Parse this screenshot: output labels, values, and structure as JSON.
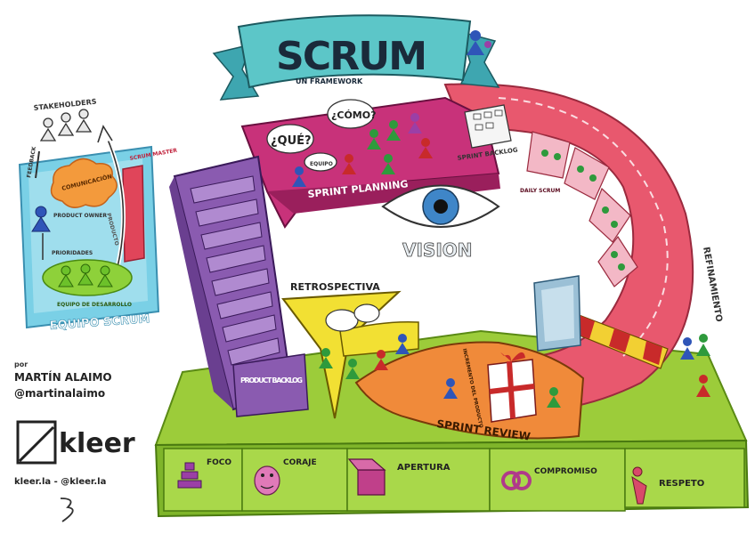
{
  "banner": {
    "title": "SCRUM",
    "subtitle": "UN FRAMEWORK"
  },
  "team_panel": {
    "stakeholders": "STAKEHOLDERS",
    "feedback": "FEEDBACK",
    "communication": "COMUNICACIÓN",
    "product_owner": "PRODUCT OWNER",
    "scrum_master": "SCRUM MASTER",
    "priorities": "PRIORIDADES",
    "dev_team": "EQUIPO DE DESARROLLO",
    "footer": "EQUIPO SCRUM",
    "iteration_arrow": "PRODUCTO"
  },
  "planning": {
    "question_what": "¿QUÉ?",
    "question_how": "¿CÓMO?",
    "team_label": "EQUIPO",
    "label": "SPRINT PLANNING"
  },
  "sprint_backlog": "SPRINT BACKLOG",
  "daily_scrum": "DAILY SCRUM",
  "vision": "VISION",
  "refinement": "REFINAMIENTO",
  "retrospective": "RETROSPECTIVA",
  "product_backlog": "PRODUCT BACKLOG",
  "increment": "INCREMENTO DEL PRODUCTO",
  "sprint_review": "SPRINT REVIEW",
  "values": [
    {
      "label": "FOCO",
      "icon": "focus-stack-icon"
    },
    {
      "label": "CORAJE",
      "icon": "courage-creature-icon"
    },
    {
      "label": "APERTURA",
      "icon": "open-box-icon"
    },
    {
      "label": "COMPROMISO",
      "icon": "linked-rings-icon"
    },
    {
      "label": "RESPETO",
      "icon": "bowing-person-icon"
    }
  ],
  "credits": {
    "by": "por",
    "author": "MARTÍN ALAIMO",
    "handle": "@martinalaimo",
    "brand": "kleer",
    "site": "kleer.la - @kleer.la"
  },
  "colors": {
    "planning": "#c8327a",
    "circle": "#e8586e",
    "base": "#9ccc3a",
    "stairs": "#8a5bb0",
    "banner": "#5cc6c8",
    "retro": "#f2e033",
    "review": "#f08a3a",
    "team_panel": "#7ad0e6"
  }
}
